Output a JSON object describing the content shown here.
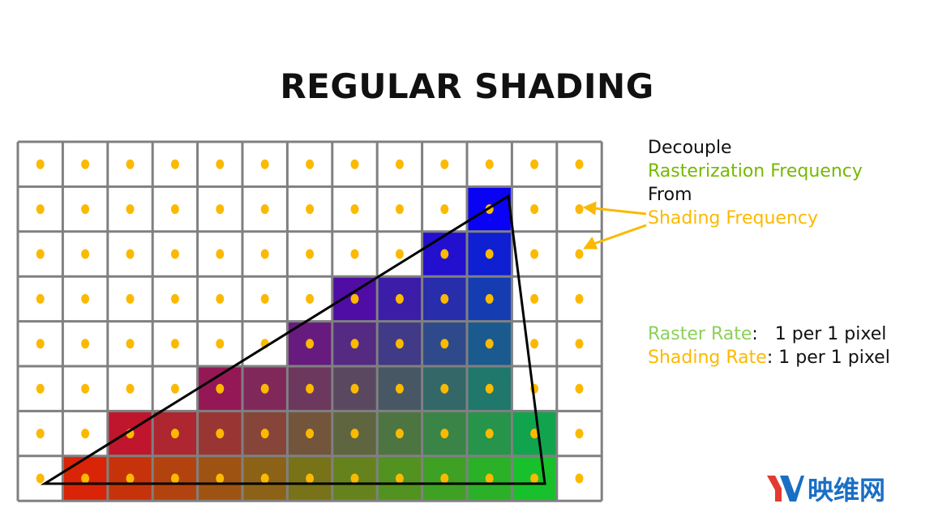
{
  "title": "REGULAR SHADING",
  "side_text": {
    "line1": "Decouple",
    "line2": "Rasterization Frequency",
    "line3": "From",
    "line4": "Shading Frequency",
    "raster_label": "Raster Rate",
    "raster_value": ":   1 per 1 pixel",
    "shading_label": "Shading Rate",
    "shading_value": ": 1 per 1 pixel"
  },
  "grid": {
    "columns": 13,
    "rows": 8,
    "covered_cells_by_row": [
      [],
      [
        10,
        10
      ],
      [
        9,
        10
      ],
      [
        7,
        10
      ],
      [
        6,
        10
      ],
      [
        4,
        10
      ],
      [
        2,
        11
      ],
      [
        1,
        11
      ]
    ],
    "sample_color": "#fbb900",
    "line_color": "#808080",
    "vertex_colors": {
      "bottom_left": "#eb1900",
      "bottom_right": "#14c828",
      "top": "#0000ff"
    }
  },
  "logo": {
    "mark": "YV",
    "text": "映维网",
    "color": "#1a6fc4"
  }
}
